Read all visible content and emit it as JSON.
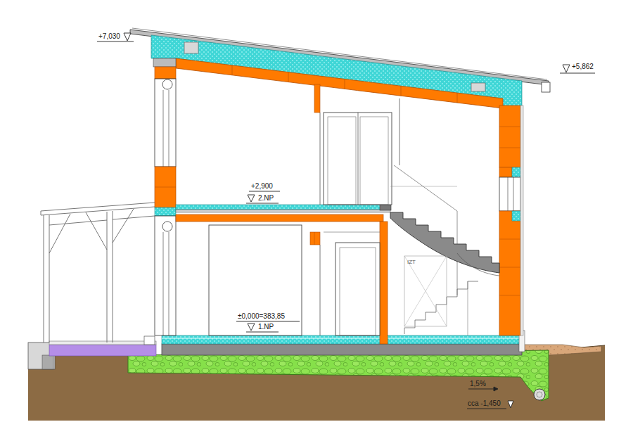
{
  "diagram": {
    "labels": [
      "+7,030",
      "+5,862",
      "+2,900",
      "2.NP",
      "±0,000=383,85",
      "1.NP",
      "IZT",
      "1,5%",
      "cca -1,450"
    ]
  }
}
